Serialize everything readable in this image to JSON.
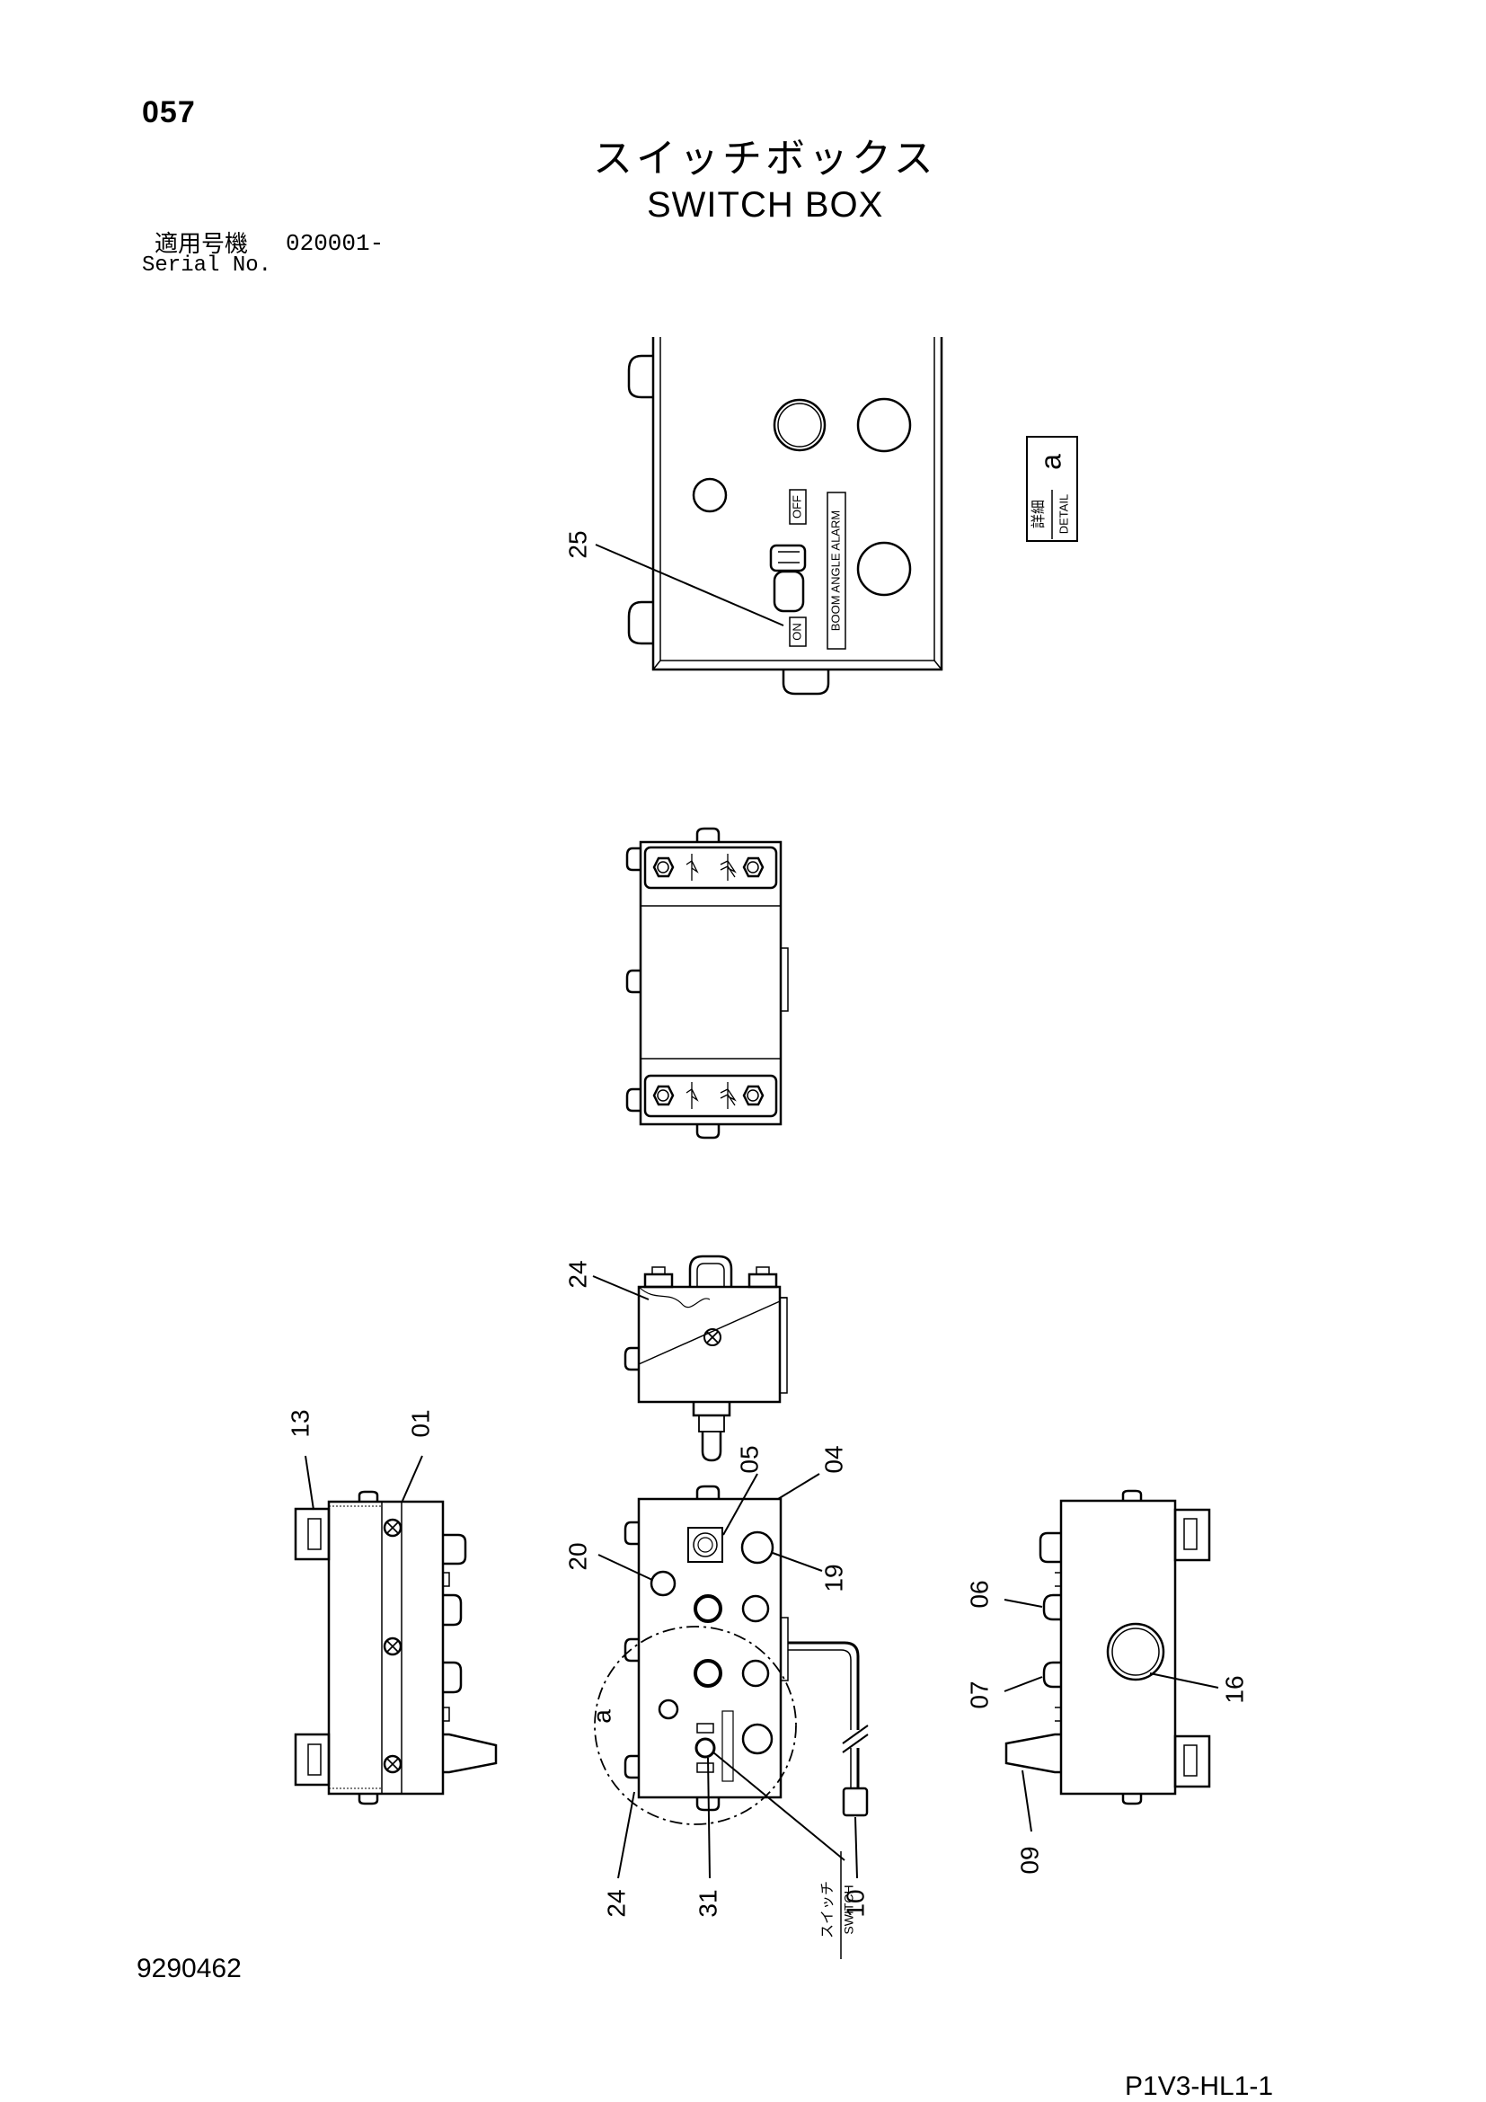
{
  "header": {
    "page_number": "057",
    "title_jp": "スイッチボックス",
    "title_en": "SWITCH BOX",
    "serial_label_jp": "適用号機",
    "serial_value": "020001-",
    "serial_label_en": "Serial No."
  },
  "detail_tag": {
    "letter": "a",
    "label_jp": "詳細",
    "label_en": "DETAIL"
  },
  "panel_labels": {
    "off": "OFF",
    "on": "ON",
    "boom_angle_alarm": "BOOM ANGLE ALARM"
  },
  "callouts": {
    "c01": "01",
    "c04": "04",
    "c05": "05",
    "c06": "06",
    "c07": "07",
    "c09": "09",
    "c10": "10",
    "c13": "13",
    "c16": "16",
    "c19": "19",
    "c20": "20",
    "c24a": "24",
    "c24b": "24",
    "c25": "25",
    "c31": "31",
    "detail_a": "a"
  },
  "switch_note": {
    "jp": "スイッチ",
    "en": "SWITCH"
  },
  "footer": {
    "document_number": "9290462",
    "page_reference": "P1V3-HL1-1"
  }
}
